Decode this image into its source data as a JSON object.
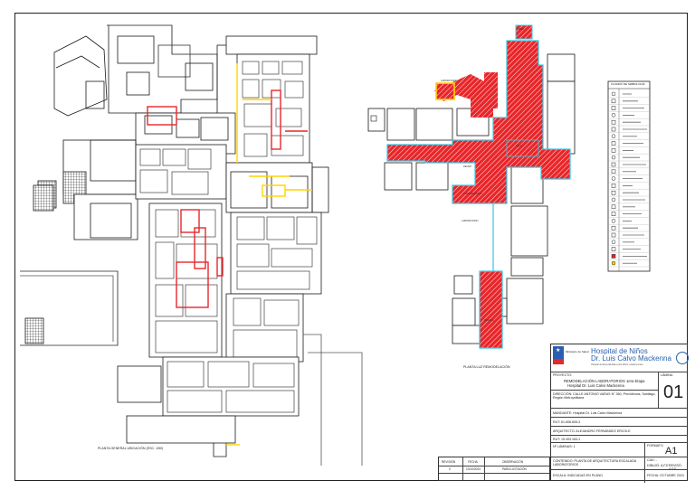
{
  "left_plan": {
    "caption": "PLANTA GENERAL UBICACIÓN (ESC: 1/50)"
  },
  "right_plan": {
    "caption": "PLANTA LUZ REMODELACIÓN"
  },
  "legend": {
    "title": "CUADRO DE SIMBOLOGÍA"
  },
  "title_block": {
    "logo_text_1": "Hospital de Niños",
    "logo_text_2": "Dr. Luis Calvo Mackenna",
    "logo_sub": "Hospital de Especialidades para Niños y Adolescentes",
    "project_label": "PROYECTO:",
    "project_line1": "REMODELACIÓN LABORATORIOS 1era Etapa",
    "project_line2": "Hospital Dr. Luis Calvo Mackenna",
    "sheet_label": "LÁMINA",
    "sheet_number": "01",
    "address": "DIRECCIÓN: CALLE ANTONIO VARAS N° 360, Providencia, Santiago, Región Metropolitana",
    "owner": "MANDANTE: Hospital Dr. Luis Calvo Mackenna",
    "rut1": "RUT: 61.608.605-3",
    "architect": "ARQUITECTO: ALEJANDRO FERNÁNDEZ ERCOLE",
    "rut2": "RUT: 15.493.163-1",
    "format_label": "FORMATO",
    "format": "A1",
    "content": "CONTENIDO: PLANTA DE ARQUITECTURA ESCALADA LABORATORIOS",
    "scale": "ESCALA: INDICADAS EN PLANO",
    "date": "FECHA: OCTUBRE 2024",
    "sheet_ref": "CAD: -",
    "drawn": "DIBUJÓ: A.F.E.",
    "checked": "REVISÓ: A.F.E.",
    "pages": "Nº LÁMINAS: 1"
  },
  "revision_table": {
    "headers": [
      "REVISIÓN",
      "FECHA",
      "OBSERVACIÓN"
    ],
    "rows": [
      [
        "0",
        "10/10/2024",
        "PARA LICITACIÓN"
      ]
    ]
  },
  "colors": {
    "highlight_red": "#e8262a",
    "highlight_yellow": "#ffd400",
    "highlight_cyan": "#35c6e6",
    "line_dark": "#1a1a1a"
  }
}
